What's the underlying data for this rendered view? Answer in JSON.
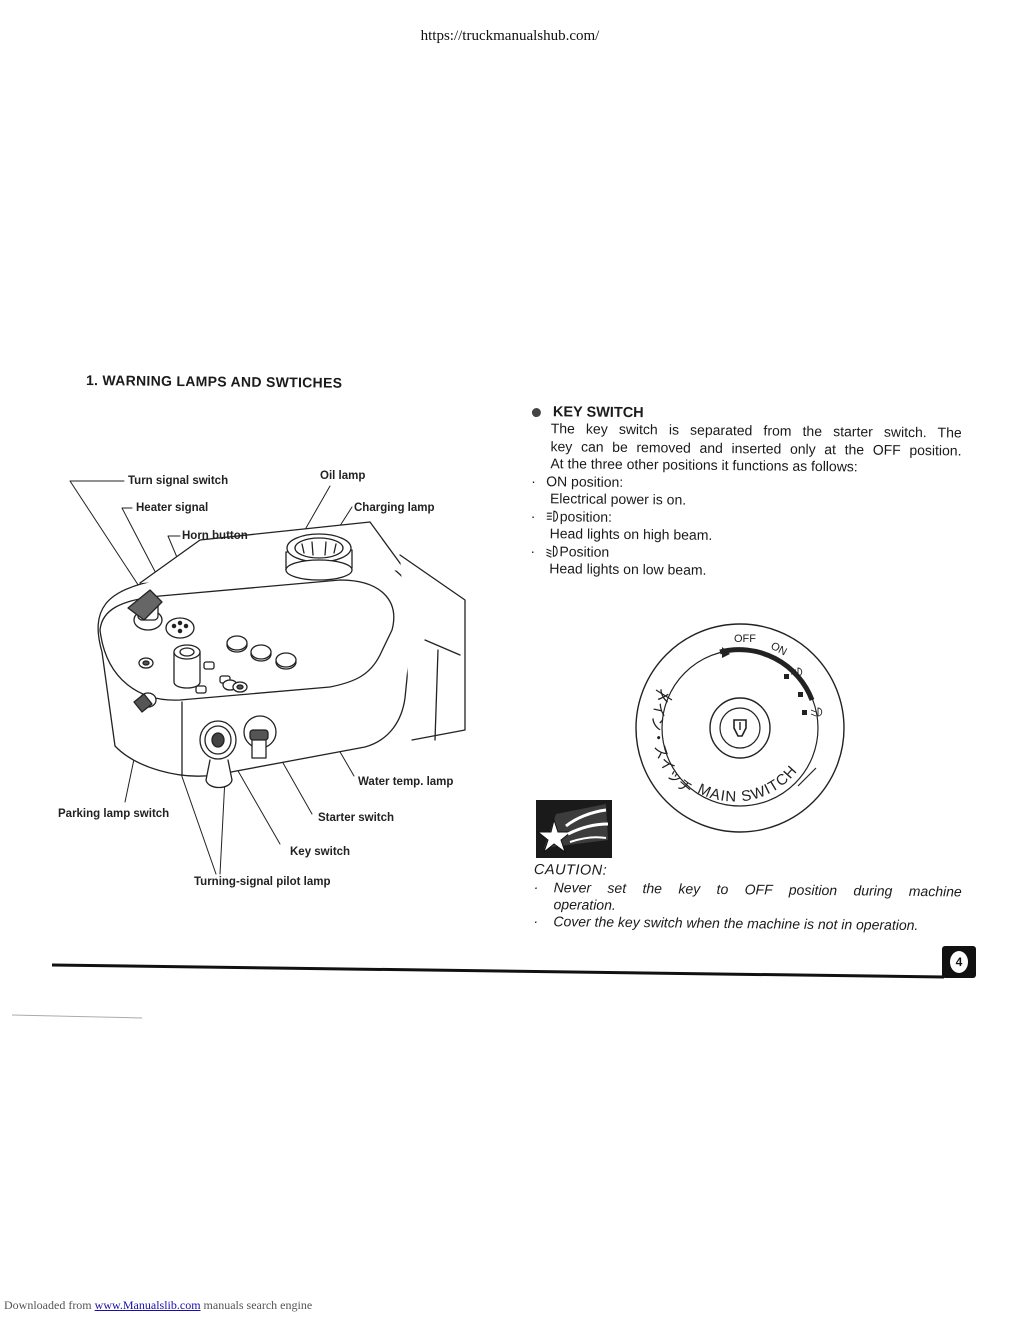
{
  "header": {
    "url": "https://truckmanualshub.com/"
  },
  "section": {
    "title": "1. WARNING LAMPS AND SWTICHES"
  },
  "diagram_labels": {
    "turn_signal_switch": "Turn signal switch",
    "heater_signal": "Heater signal",
    "horn_button": "Horn button",
    "oil_lamp": "Oil lamp",
    "charging_lamp": "Charging lamp",
    "water_temp_lamp": "Water temp. lamp",
    "parking_lamp_switch": "Parking lamp switch",
    "starter_switch": "Starter switch",
    "key_switch": "Key switch",
    "turning_signal_pilot_lamp": "Turning-signal pilot lamp"
  },
  "key_switch": {
    "heading": "KEY SWITCH",
    "intro_1": "The key switch is separated from the starter switch. The",
    "intro_2": "key can be removed and inserted only at the OFF position.",
    "intro_3": "At the three other positions it functions as follows:",
    "items": [
      {
        "bullet": "·",
        "title": "ON position:",
        "desc": "Electrical power is on."
      },
      {
        "bullet": "·",
        "title": "position:",
        "desc": "Head lights on high beam."
      },
      {
        "bullet": "·",
        "title": "Position",
        "desc": "Head lights on low beam."
      }
    ]
  },
  "switch_dial": {
    "off": "OFF",
    "on": "ON",
    "main_switch": "MAIN SWITCH",
    "katakana": "メイン・スイッチ"
  },
  "caution": {
    "title": "CAUTION:",
    "items": [
      {
        "bullet": "·",
        "line1": "Never set the key to OFF position during machine",
        "line2": "operation."
      },
      {
        "bullet": "·",
        "line1": "Cover the key switch when the machine is not in operation.",
        "line2": ""
      }
    ]
  },
  "page": {
    "number": "4"
  },
  "footer": {
    "prefix": "Downloaded from ",
    "link": "www.Manualslib.com",
    "suffix": " manuals search engine"
  }
}
